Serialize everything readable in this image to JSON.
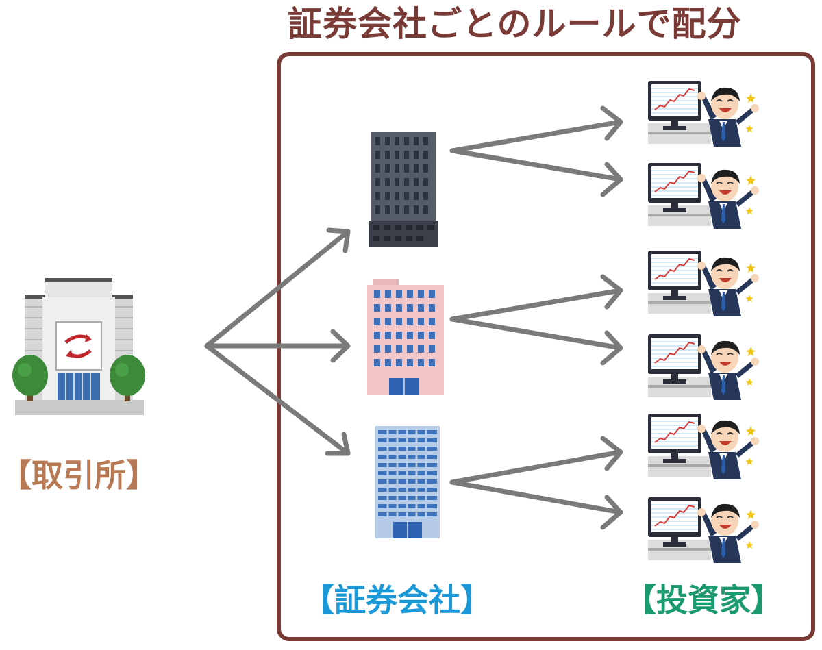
{
  "title": "証券会社ごとのルールで配分",
  "labels": {
    "exchange": "【取引所】",
    "brokers": "【証券会社】",
    "investors": "【投資家】"
  },
  "colors": {
    "frame": "#7a3a36",
    "title": "#7a3a36",
    "exchange_label": "#b87a55",
    "brokers_label": "#1a98d8",
    "investors_label": "#1a9a6e",
    "arrows": "#7a7a7a"
  },
  "icons": {
    "exchange": "stock-exchange-building-icon",
    "brokers": [
      "dark-tower-building-icon",
      "pink-office-building-icon",
      "blue-office-building-icon"
    ],
    "investor": "happy-investor-at-monitor-icon"
  }
}
